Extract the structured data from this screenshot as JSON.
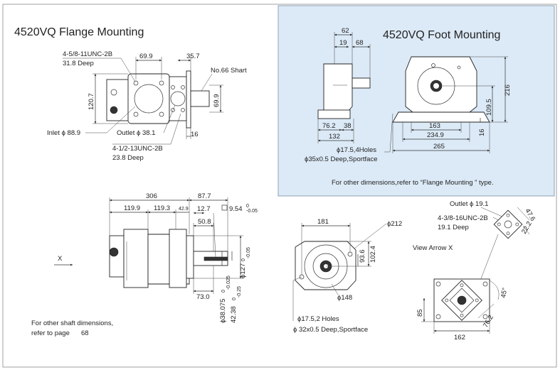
{
  "flange": {
    "title": "4520VQ  Flange Mounting",
    "bolt_spec": "4-5/8-11UNC-2B",
    "bolt_depth": "31.8 Deep",
    "dim_69_9_top": "69.9",
    "dim_35_7": "35.7",
    "shaft_note": "No.66 Shart",
    "dim_120_7": "120.7",
    "dim_69_9_right": "69.9",
    "inlet": "Inlet ϕ 88.9",
    "outlet": "Outlet ϕ 38.1",
    "dim_16": "16",
    "outlet_bolt_spec": "4-1/2-13UNC-2B",
    "outlet_bolt_depth": "23.8 Deep"
  },
  "foot": {
    "title": "4520VQ  Foot Mounting",
    "dim_62": "62",
    "dim_19": "19",
    "dim_68": "68",
    "dim_216": "216",
    "dim_109_5": "109.5",
    "dim_16": "16",
    "dim_76_2": "76.2",
    "dim_38": "38",
    "dim_132": "132",
    "dim_163": "163",
    "dim_234_9": "234.9",
    "dim_265": "265",
    "holes": "ϕ17.5,4Holes",
    "deep": "ϕ35x0.5 Deep,Sportface",
    "note": "For other  dimensions,refer to  “Flange Mounting ” type."
  },
  "side": {
    "dim_306": "306",
    "dim_87_7": "87.7",
    "dim_119_9": "119.9",
    "dim_119_3": "119.3",
    "dim_42_9": "42.9",
    "dim_12_7": "12.7",
    "key": "9.54",
    "key_tol": "0\n-0.05",
    "dim_50_8": "50.8",
    "dim_73_0": "73.0",
    "shaft_dia": "ϕ38.075",
    "shaft_tol": "0\n-0.025",
    "key_height": "42.38",
    "key_height_tol": "0\n-0.25",
    "pilot": "ϕ127",
    "pilot_tol": "0\n-0.05",
    "arrow_x": "X",
    "note_line1": "For other shaft dimensions,",
    "note_line2": "refer to page",
    "note_page": "68"
  },
  "front": {
    "dim_181": "181",
    "dia_212": "ϕ212",
    "dim_93_6": "93.6",
    "dim_102_4": "102.4",
    "dia_148": "ϕ148",
    "holes": "ϕ17.5,2 Holes",
    "deep": "ϕ 32x0.5 Deep,Sportface"
  },
  "arrow_view": {
    "outlet": "Outlet ϕ 19.1",
    "bolt_spec": "4-3/8-16UNC-2B",
    "bolt_depth": "19.1 Deep",
    "dim_47_6": "47.6",
    "dim_22_2": "22.2",
    "view_label": "View Arrow X",
    "dim_45": "45°",
    "dim_85": "85",
    "dim_76_2": "76.2",
    "dim_162": "162"
  }
}
